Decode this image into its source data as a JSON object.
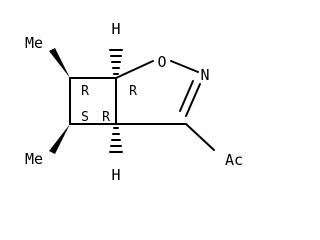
{
  "molecule": {
    "atoms": {
      "h_top": "H",
      "h_bottom": "H",
      "oxygen": "O",
      "nitrogen": "N",
      "methyl_top": "Me",
      "methyl_bottom": "Me",
      "acetyl": "Ac"
    },
    "stereo_descriptors": {
      "c_top_left": "R",
      "c_top_right": "R",
      "c_bottom_left": "S",
      "c_bottom_right": "R"
    }
  }
}
